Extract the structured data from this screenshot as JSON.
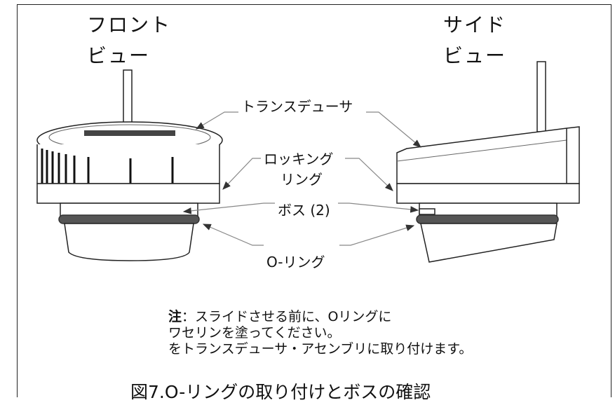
{
  "views": {
    "front_line1": "フロント",
    "front_line2": "ビュー",
    "side_line1": "サイド",
    "side_line2": "ビュー"
  },
  "callouts": {
    "transducer": "トランスデューサ",
    "locking_ring_1": "ロッキング",
    "locking_ring_2": "リング",
    "boss": "ボス (2)",
    "o_ring": "O-リング"
  },
  "note": {
    "prefix": "注",
    "line1": "：スライドさせる前に、Oリングに",
    "line2": "ワセリンを塗ってください。",
    "line3": "をトランスデューサ・アセンブリに取り付けます。"
  },
  "caption": "図7.O-リングの取り付けとボスの確認",
  "colors": {
    "line": "#222222",
    "oring": "#555555",
    "leader": "#888888"
  }
}
